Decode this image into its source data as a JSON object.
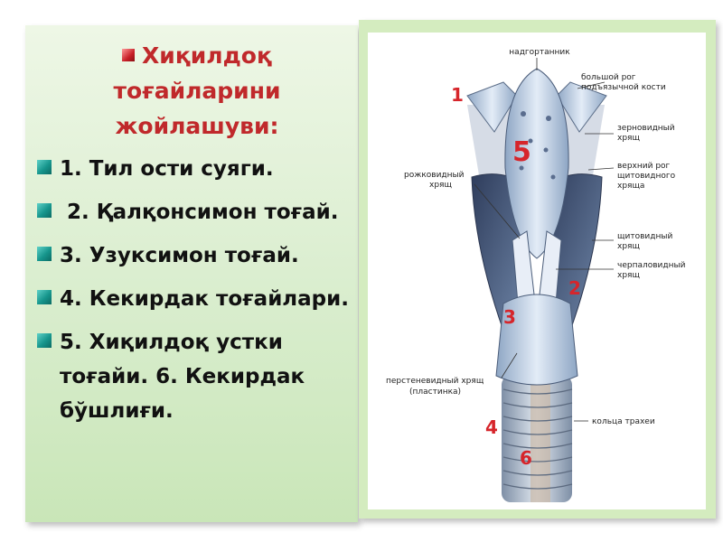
{
  "slide": {
    "title": "Хиқилдоқ тоғайларини жойлашуви:",
    "items": [
      "1. Тил ости суяги.",
      " 2. Қалқонсимон тоғай.",
      "3. Узуксимон тоғай.",
      "4. Кекирдак тоғайлари.",
      "5. Хиқилдоқ устки тоғайи. 6. Кекирдак бўшлиғи."
    ],
    "colors": {
      "title": "#c0292b",
      "bullet": "#16958c",
      "title_bullet": "#c71f27",
      "panel": "#d4ecbf"
    }
  },
  "figure": {
    "labels": {
      "epiglottis": "надгортанник",
      "hyoid_horn": "большой рог подъязычной кости",
      "triticeous": "зерновидный хрящ",
      "corniculate": "рожковидный хрящ",
      "superior_horn": "верхний рог щитовидного хряща",
      "thyroid": "щитовидный хрящ",
      "arytenoid": "черпаловидный хрящ",
      "cricoid": "перстеневидный хрящ (пластинка)",
      "trachea": "кольца трахеи"
    },
    "numbers": [
      "1",
      "5",
      "2",
      "3",
      "4",
      "6"
    ]
  }
}
